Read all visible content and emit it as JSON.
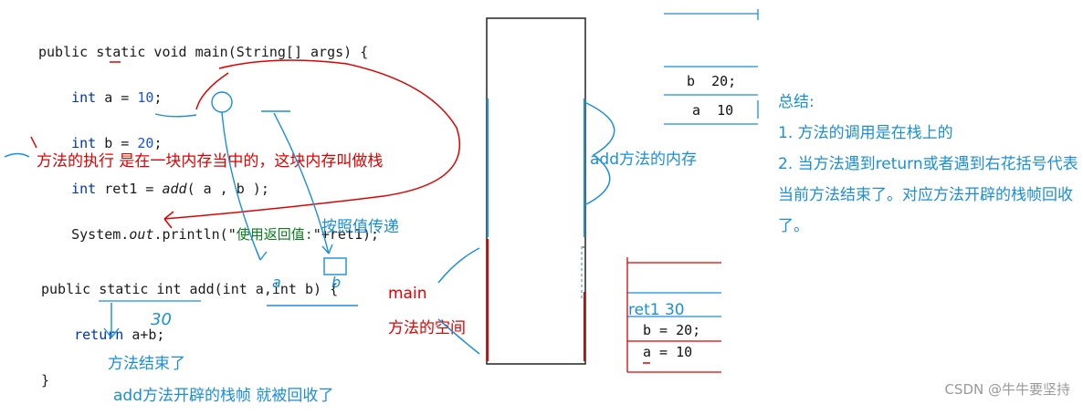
{
  "main_code": {
    "line1": "public static void main(String[] args) {",
    "line2_kw": "int",
    "line2_rest": " a = ",
    "line2_num": "10",
    "line2_end": ";",
    "line3_kw": "int",
    "line3_rest": " b = ",
    "line3_num": "20",
    "line3_end": ";",
    "line4_kw": "int",
    "line4_rest": " ret1 = ",
    "line4_call": "add",
    "line4_args": "( a , b );",
    "line5_a": "System.",
    "line5_out": "out",
    "line5_b": ".println(\"",
    "line5_str": "使用返回值:",
    "line5_c": "\"+ret1);"
  },
  "add_code": {
    "line1": "public static int add(int a,int b) {",
    "line2_kw": "return",
    "line2_rest": " a+b;",
    "line3": "}"
  },
  "annotations": {
    "stack_note": "方法的执行 是在一块内存当中的，这块内存叫做栈",
    "pass_by_value": "按照值传递",
    "method_end": "方法结束了",
    "frame_reclaimed": "add方法开辟的栈帧 就被回收了",
    "add_memory": "add方法的内存",
    "main_label": "main",
    "main_space": "方法的空间",
    "hand_30": "30",
    "hand_a": "a",
    "hand_b": "b"
  },
  "add_frame": {
    "b_row": "b  20;",
    "a_row": "a  10"
  },
  "main_frame": {
    "ret_row": "ret1 30",
    "b_row": "b = 20;",
    "a_row": "a = 10"
  },
  "summary": {
    "title": "总结:",
    "point1": "1. 方法的调用是在栈上的",
    "point2": "2. 当方法遇到return或者遇到右花括号代表当前方法结束了。对应方法开辟的栈帧回收了。"
  },
  "watermark": "CSDN @牛牛要坚持",
  "colors": {
    "red": "#e00000",
    "blue": "#1a8fd6",
    "keyword": "#0033b3",
    "number": "#1750eb"
  }
}
